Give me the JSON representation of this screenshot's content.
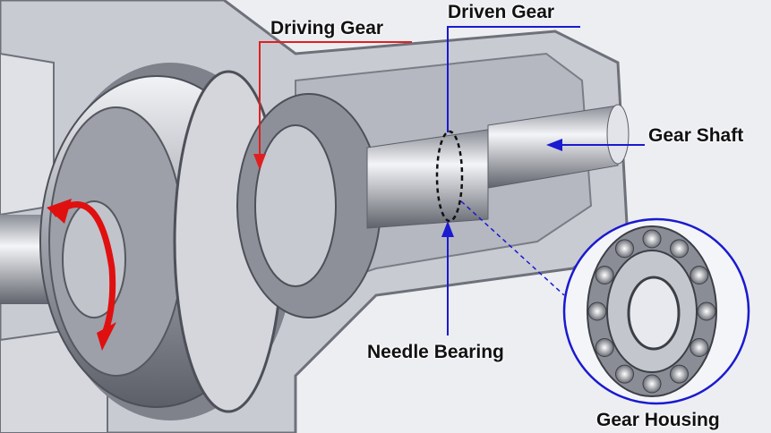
{
  "labels": {
    "driving_gear": "Driving Gear",
    "driven_gear": "Driven Gear",
    "gear_shaft": "Gear Shaft",
    "needle_bearing": "Needle Bearing",
    "gear_housing": "Gear Housing"
  },
  "colors": {
    "driving_leader": "#e02020",
    "driven_leader": "#1a1ad0",
    "rotation_arrow": "#e01010",
    "background": "#eceef2"
  }
}
